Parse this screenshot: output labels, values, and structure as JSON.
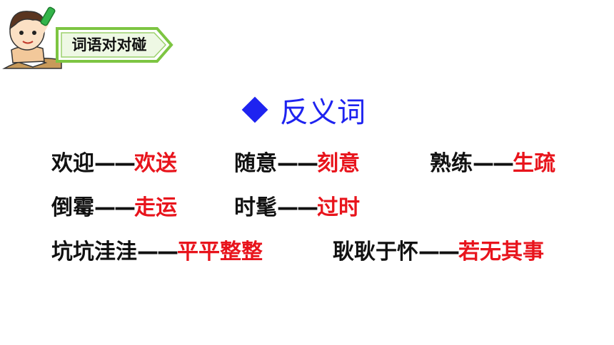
{
  "header": {
    "banner_label": "词语对对碰"
  },
  "section": {
    "title": "反义词"
  },
  "colors": {
    "title_blue": "#1e23f0",
    "answer_red": "#e8141c",
    "banner_green": "#7dc542"
  },
  "pairs": [
    {
      "word": "欢迎",
      "dash": "——",
      "answer": "欢送"
    },
    {
      "word": "随意",
      "dash": "——",
      "answer": "刻意"
    },
    {
      "word": "熟练",
      "dash": "——",
      "answer": "生疏"
    },
    {
      "word": "倒霉",
      "dash": "——",
      "answer": "走运"
    },
    {
      "word": "时髦",
      "dash": "——",
      "answer": "过时"
    },
    {
      "word": "坑坑洼洼",
      "dash": "——",
      "answer": "平平整整"
    },
    {
      "word": "耿耿于怀",
      "dash": "——",
      "answer": "若无其事"
    }
  ]
}
